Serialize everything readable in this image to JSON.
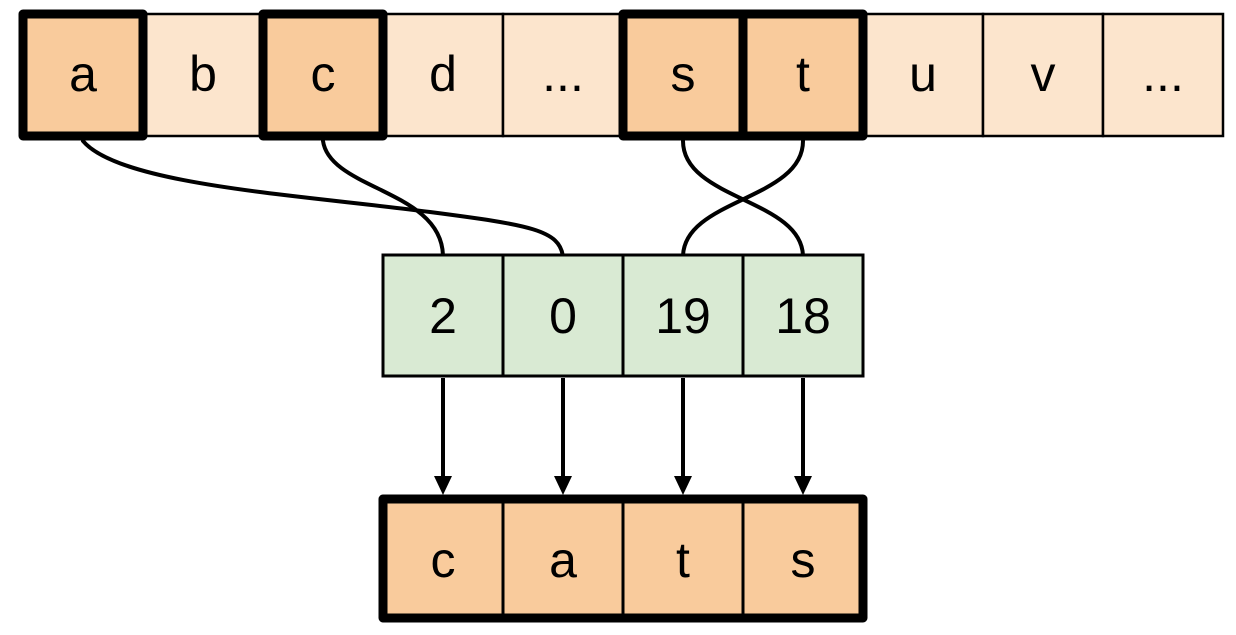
{
  "colors": {
    "background": "#ffffff",
    "alphabet_cell": "#fce5cd",
    "highlighted_cell": "#f9cb9c",
    "index_cell": "#d9ead3",
    "output_cell": "#f9cb9c",
    "line": "#000000"
  },
  "alphabet_row": {
    "cells": [
      {
        "label": "a",
        "highlighted": true
      },
      {
        "label": "b",
        "highlighted": false
      },
      {
        "label": "c",
        "highlighted": true
      },
      {
        "label": "d",
        "highlighted": false
      },
      {
        "label": "...",
        "highlighted": false
      },
      {
        "label": "s",
        "highlighted": true
      },
      {
        "label": "t",
        "highlighted": true
      },
      {
        "label": "u",
        "highlighted": false
      },
      {
        "label": "v",
        "highlighted": false
      },
      {
        "label": "...",
        "highlighted": false
      }
    ]
  },
  "index_row": {
    "cells": [
      {
        "value": "2"
      },
      {
        "value": "0"
      },
      {
        "value": "19"
      },
      {
        "value": "18"
      }
    ]
  },
  "output_row": {
    "cells": [
      {
        "label": "c"
      },
      {
        "label": "a"
      },
      {
        "label": "t"
      },
      {
        "label": "s"
      }
    ]
  },
  "connections": {
    "letter_to_index": [
      {
        "from": "a",
        "to": "0"
      },
      {
        "from": "c",
        "to": "2"
      },
      {
        "from": "s",
        "to": "18"
      },
      {
        "from": "t",
        "to": "19"
      }
    ],
    "index_to_output": [
      {
        "from": "2",
        "to": "c"
      },
      {
        "from": "0",
        "to": "a"
      },
      {
        "from": "19",
        "to": "t"
      },
      {
        "from": "18",
        "to": "s"
      }
    ]
  }
}
